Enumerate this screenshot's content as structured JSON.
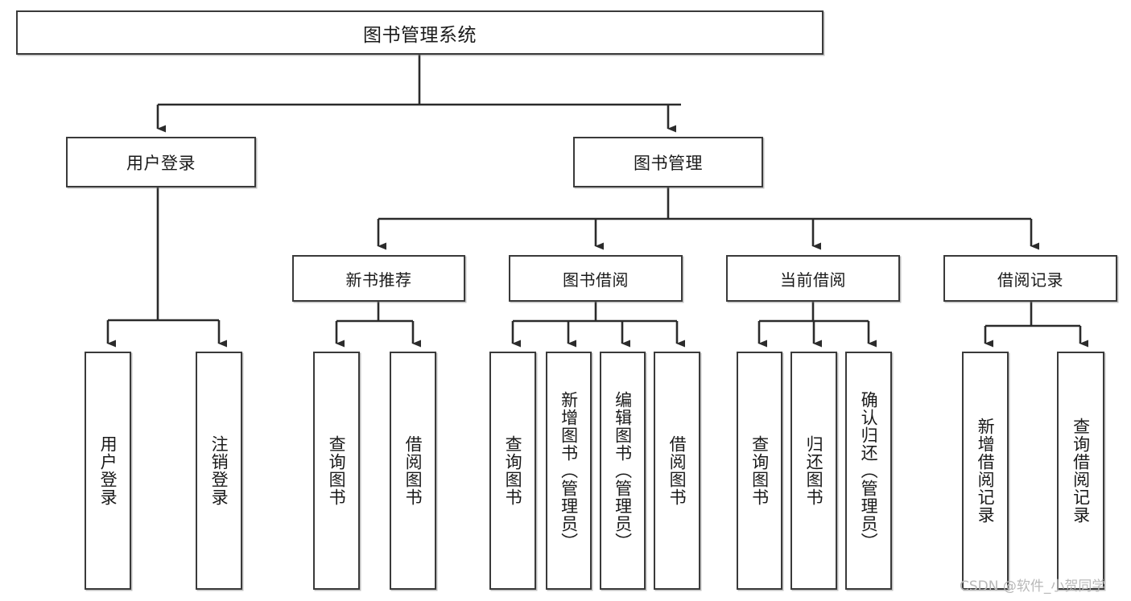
{
  "diagram": {
    "type": "hierarchy-tree",
    "title": "图书管理系统",
    "watermark": "CSDN @软件_小贺同学",
    "colors": {
      "box_border": "#3a3a3a",
      "box_fill": "#ffffff",
      "connector": "#2b2b2b",
      "text": "#1a1a1a",
      "watermark": "#b9b9b9",
      "background": "#ffffff"
    },
    "root": {
      "label": "图书管理系统"
    },
    "level1": [
      {
        "label": "用户登录"
      },
      {
        "label": "图书管理"
      }
    ],
    "level2": [
      {
        "label": "新书推荐"
      },
      {
        "label": "图书借阅"
      },
      {
        "label": "当前借阅"
      },
      {
        "label": "借阅记录"
      }
    ],
    "leaves": {
      "user_login": [
        {
          "label": "用户登录"
        },
        {
          "label": "注销登录"
        }
      ],
      "new_book_recommend": [
        {
          "label": "查询图书"
        },
        {
          "label": "借阅图书"
        }
      ],
      "book_borrow": [
        {
          "label": "查询图书"
        },
        {
          "label": "新增图书（管理员）"
        },
        {
          "label": "编辑图书（管理员）"
        },
        {
          "label": "借阅图书"
        }
      ],
      "current_borrow": [
        {
          "label": "查询图书"
        },
        {
          "label": "归还图书"
        },
        {
          "label": "确认归还（管理员）"
        }
      ],
      "borrow_record": [
        {
          "label": "新增借阅记录"
        },
        {
          "label": "查询借阅记录"
        }
      ]
    }
  }
}
